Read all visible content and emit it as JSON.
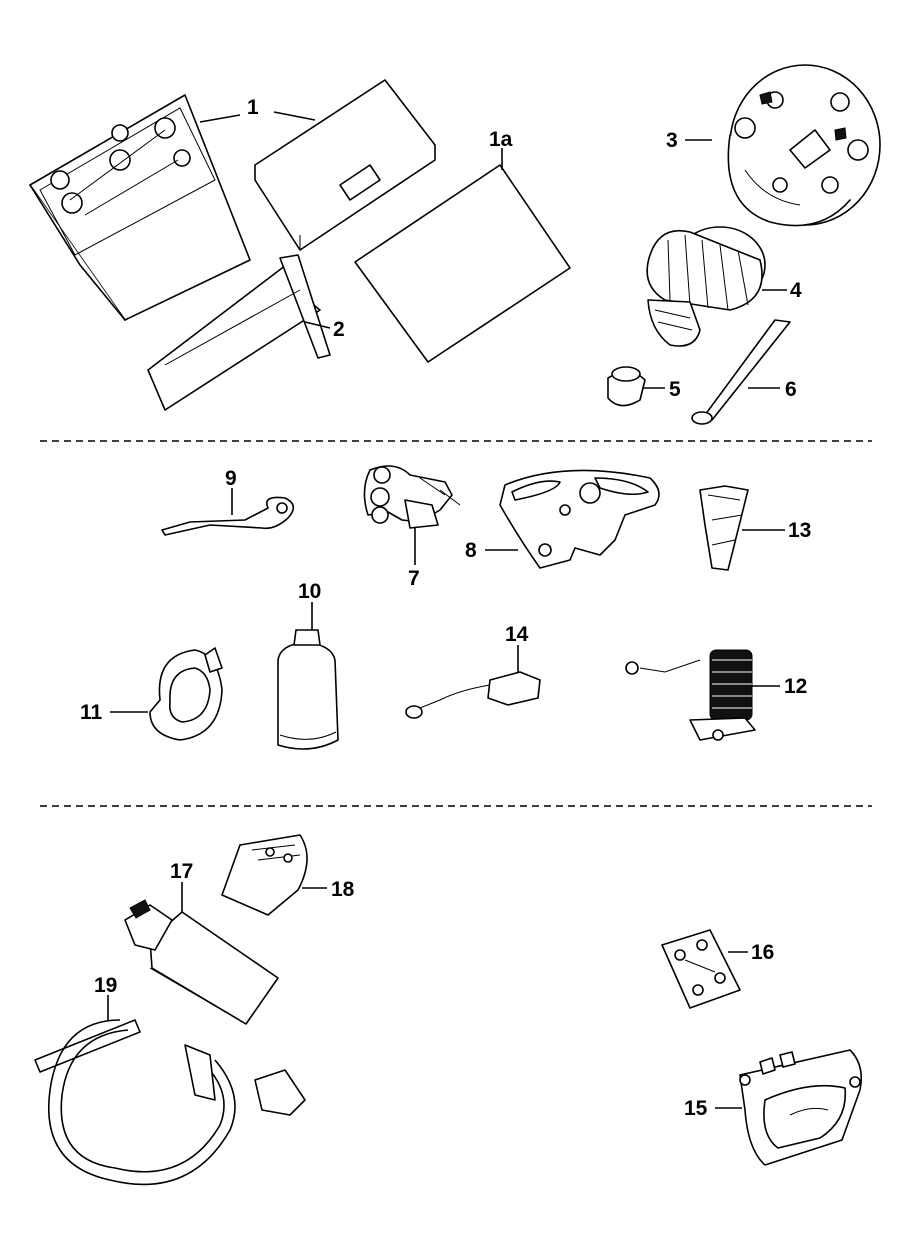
{
  "callouts": {
    "c1": "1",
    "c1a": "1a",
    "c2": "2",
    "c3": "3",
    "c4": "4",
    "c5": "5",
    "c6": "6",
    "c7": "7",
    "c8": "8",
    "c9": "9",
    "c10": "10",
    "c11": "11",
    "c12": "12",
    "c13": "13",
    "c14": "14",
    "c15": "15",
    "c16": "16",
    "c17": "17",
    "c18": "18",
    "c19": "19"
  }
}
